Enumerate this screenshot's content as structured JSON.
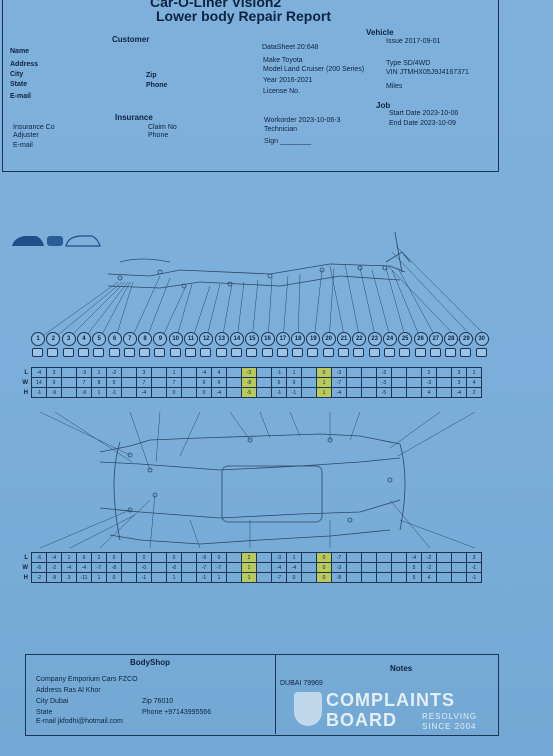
{
  "report": {
    "title_top": "Car-O-Liner Vision2",
    "title": "Lower body Repair Report"
  },
  "customer": {
    "header": "Customer",
    "name_label": "Name",
    "address_label": "Address",
    "city_label": "City",
    "zip_label": "Zip",
    "state_label": "State",
    "phone_label": "Phone",
    "email_label": "E-mail"
  },
  "vehicle": {
    "header": "Vehicle",
    "datasheet": "DataSheet 20:648",
    "issue": "Issue 2017-09-01",
    "make": "Make Toyota",
    "model": "Model Land Cruiser (200 Series)",
    "type": "Type SD/4WD",
    "year": "Year 2016-2021",
    "vin": "VIN JTMHX05J9J4167371",
    "license": "License No.",
    "miles": "Miles"
  },
  "insurance": {
    "header": "Insurance",
    "company_label": "Insurance Co",
    "claim_label": "Claim No",
    "adjuster_label": "Adjuster",
    "phone_label": "Phone",
    "email_label": "E-mail"
  },
  "job": {
    "header": "Job",
    "workorder": "Workorder  2023-10-06-3",
    "technician": "Technician",
    "sign": "Sign ________",
    "start": "Start Date  2023-10-06",
    "end": "End Date  2023-10-09"
  },
  "points": [
    "1",
    "2",
    "3",
    "4",
    "5",
    "6",
    "7",
    "8",
    "9",
    "10",
    "11",
    "12",
    "13",
    "14",
    "15",
    "16",
    "17",
    "18",
    "19",
    "20",
    "21",
    "22",
    "23",
    "24",
    "25",
    "26",
    "27",
    "28",
    "29",
    "30"
  ],
  "upper_table": {
    "rows": [
      {
        "label": "L",
        "cells": [
          "-4",
          "3",
          "",
          "-3",
          "1",
          "-2",
          "",
          "3",
          "",
          "1",
          "",
          "-4",
          "4",
          "",
          "-3",
          "",
          "-1",
          "1",
          "",
          "0",
          "-3",
          "",
          "",
          "-3",
          "",
          "",
          "2",
          "",
          "3",
          "1"
        ]
      },
      {
        "label": "W",
        "cells": [
          "14",
          "9",
          "",
          "7",
          "8",
          "5",
          "",
          "7",
          "",
          "7",
          "",
          "9",
          "6",
          "",
          "-8",
          "",
          "6",
          "9",
          "",
          "1",
          "-7",
          "",
          "",
          "-3",
          "",
          "",
          "-3",
          "",
          "3",
          "4"
        ]
      },
      {
        "label": "H",
        "cells": [
          "-1",
          "-9",
          "",
          "-9",
          "1",
          "-1",
          "",
          "-4",
          "",
          "0",
          "",
          "0",
          "-4",
          "",
          "-5",
          "",
          "-1",
          "-1",
          "",
          "1",
          "-4",
          "",
          "",
          "-5",
          "",
          "",
          "4",
          "",
          "-4",
          "2"
        ]
      }
    ]
  },
  "lower_table": {
    "rows": [
      {
        "label": "L",
        "cells": [
          "-6",
          "-4",
          "1",
          "6",
          "2",
          "0",
          "",
          "0",
          "",
          "0",
          "",
          "-9",
          "0",
          "",
          "2",
          "",
          "-3",
          "1",
          "",
          "0",
          "-7",
          "",
          "",
          "",
          "",
          "-4",
          "-2",
          "",
          "",
          "3"
        ]
      },
      {
        "label": "W",
        "cells": [
          "-6",
          "-2",
          "-4",
          "-4",
          "-7",
          "-8",
          "",
          "-0",
          "",
          "-0",
          "",
          "-7",
          "-7",
          "",
          "1",
          "",
          "-4",
          "-4",
          "",
          "0",
          "-3",
          "",
          "",
          "",
          "",
          "5",
          "-2",
          "",
          "",
          "-1"
        ]
      },
      {
        "label": "H",
        "cells": [
          "-2",
          "-9",
          "3",
          "-11",
          "1",
          "0",
          "",
          "-1",
          "",
          "1",
          "",
          "-1",
          "1",
          "",
          "1",
          "",
          "-7",
          "0",
          "",
          "0",
          "-8",
          "",
          "",
          "",
          "",
          "5",
          "4",
          "",
          "",
          "-1"
        ]
      }
    ]
  },
  "bodyshop": {
    "header": "BodyShop",
    "company": "Company  Emporium Cars FZCO",
    "address": "Address  Ras Al Khor",
    "city": "City  Dubai",
    "zip": "Zip  76010",
    "state": "State",
    "phone": "Phone  +97143995566",
    "email": "E-mail  jkfodhi@hotmail.com"
  },
  "notes": {
    "header": "Notes",
    "text": "DUBAI 79969"
  },
  "watermark": {
    "line1": "COMPLAINTS",
    "line2": "BOARD",
    "line3": "RESOLVING",
    "line4": "SINCE 2004"
  },
  "colors": {
    "paper": "#79abd9",
    "ink": "#0e2340",
    "highlight": "#b9c95a"
  }
}
